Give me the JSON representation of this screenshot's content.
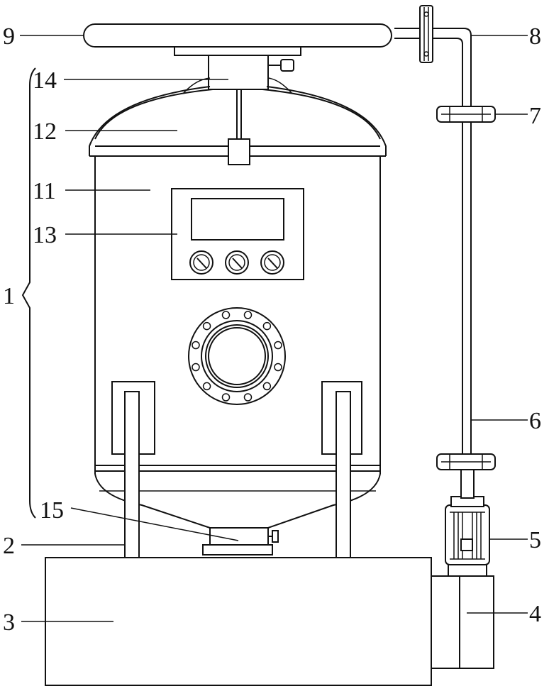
{
  "labels": {
    "l1": "1",
    "l2": "2",
    "l3": "3",
    "l4": "4",
    "l5": "5",
    "l6": "6",
    "l7": "7",
    "l8": "8",
    "l9": "9",
    "l11": "11",
    "l12": "12",
    "l13": "13",
    "l14": "14",
    "l15": "15"
  },
  "colors": {
    "line": "#111111",
    "background": "#ffffff"
  }
}
